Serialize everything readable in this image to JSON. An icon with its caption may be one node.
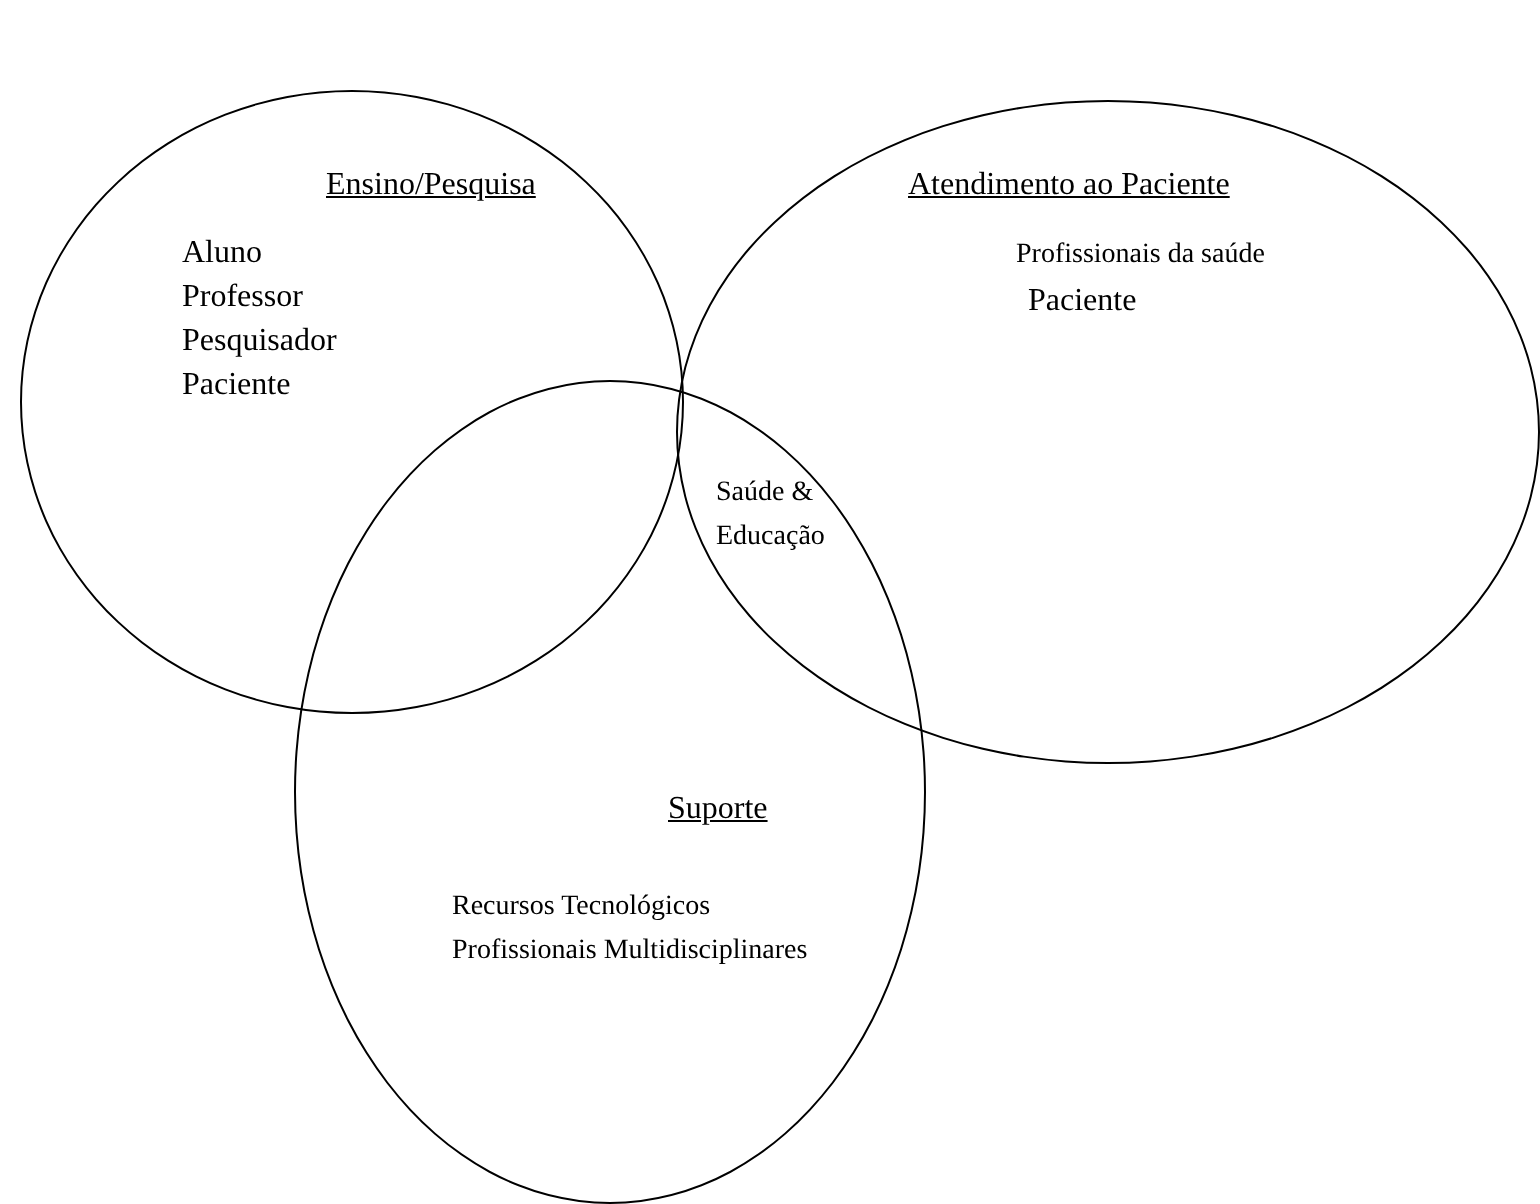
{
  "diagram": {
    "nodes": [
      {
        "text": [
          "Ensino/Pesquisa",
          "Aluno",
          "Professor",
          "Pesquisador",
          "Paciente"
        ]
      },
      {
        "text": [
          "Atendimento ao Paciente",
          "Profissionais da saúde",
          "Paciente"
        ]
      },
      {
        "text": [
          "Suporte",
          "Recursos Tecnológicos",
          "Profissionais Multidisciplinares"
        ]
      }
    ],
    "labels": [
      "Saúde & Educação"
    ]
  }
}
